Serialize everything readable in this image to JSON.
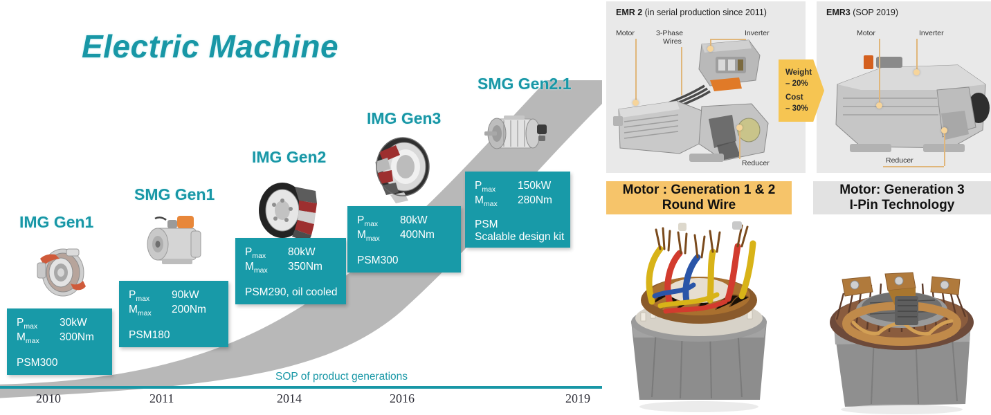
{
  "roadmap": {
    "title": "Electric Machine",
    "axis_caption": "SOP of product generations",
    "years": [
      "2010",
      "2011",
      "2014",
      "2016",
      "2019"
    ],
    "generations": [
      {
        "label": "IMG Gen1",
        "pmax_key": "P",
        "pmax_sub": "max",
        "pmax_value": "30kW",
        "mmax_key": "M",
        "mmax_sub": "max",
        "mmax_value": "300Nm",
        "note": "PSM300",
        "icon": "motor-axial-img-icon"
      },
      {
        "label": "SMG Gen1",
        "pmax_key": "P",
        "pmax_sub": "max",
        "pmax_value": "90kW",
        "mmax_key": "M",
        "mmax_sub": "max",
        "mmax_value": "200Nm",
        "note": "PSM180",
        "icon": "motor-housing-smg-icon"
      },
      {
        "label": "IMG Gen2",
        "pmax_key": "P",
        "pmax_sub": "max",
        "pmax_value": "80kW",
        "mmax_key": "M",
        "mmax_sub": "max",
        "mmax_value": "350Nm",
        "note": "PSM290, oil cooled",
        "icon": "motor-wheel-img2-icon"
      },
      {
        "label": "IMG Gen3",
        "pmax_key": "P",
        "pmax_sub": "max",
        "pmax_value": "80kW",
        "mmax_key": "M",
        "mmax_sub": "max",
        "mmax_value": "400Nm",
        "note": "PSM300",
        "icon": "motor-ring-img3-icon"
      },
      {
        "label": "SMG Gen2.1",
        "pmax_key": "P",
        "pmax_sub": "max",
        "pmax_value": "150kW",
        "mmax_key": "M",
        "mmax_sub": "max",
        "mmax_value": "280Nm",
        "note_line1": "PSM",
        "note_line2": "Scalable design kit",
        "icon": "motor-cylinder-smg21-icon"
      }
    ]
  },
  "emr": {
    "left": {
      "title_bold": "EMR 2",
      "title_rest": " (in serial production since 2011)",
      "callouts": [
        "Motor",
        "3-Phase",
        "Wires",
        "Inverter",
        "Reducer"
      ]
    },
    "right": {
      "title_bold": "EMR3",
      "title_rest": " (SOP 2019)",
      "callouts": [
        "Motor",
        "Inverter",
        "Reducer"
      ]
    },
    "arrow": {
      "weight_label": "Weight",
      "weight_value": "– 20%",
      "cost_label": "Cost",
      "cost_value": "– 30%",
      "color": "#f6c552"
    }
  },
  "stators": {
    "left": {
      "line1": "Motor : Generation 1 & 2",
      "line2": "Round Wire",
      "bg": "#f6c46a"
    },
    "right": {
      "line1": "Motor: Generation 3",
      "line2": "I-Pin Technology",
      "bg": "#e2e2e2"
    }
  },
  "colors": {
    "teal": "#189aa8",
    "gray_swoosh": "#b0b0b0",
    "amber": "#f6c552"
  }
}
